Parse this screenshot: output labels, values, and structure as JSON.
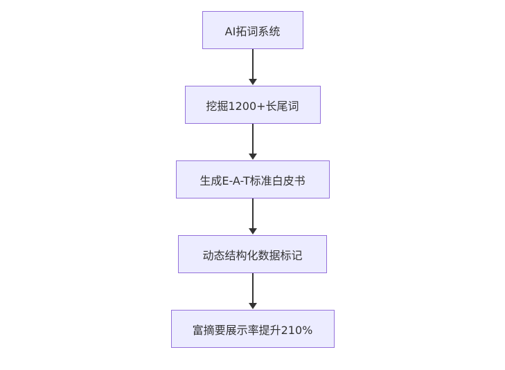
{
  "diagram": {
    "type": "flowchart",
    "direction": "top-down",
    "nodes": [
      {
        "id": "A",
        "label": "AI拓词系统"
      },
      {
        "id": "B",
        "label": "挖掘1200+长尾词"
      },
      {
        "id": "C",
        "label": "生成E-A-T标准白皮书"
      },
      {
        "id": "D",
        "label": "动态结构化数据标记"
      },
      {
        "id": "E",
        "label": "富摘要展示率提升210%"
      }
    ],
    "edges": [
      {
        "from": "A",
        "to": "B"
      },
      {
        "from": "B",
        "to": "C"
      },
      {
        "from": "C",
        "to": "D"
      },
      {
        "from": "D",
        "to": "E"
      }
    ],
    "colors": {
      "node_fill": "#ECECFF",
      "node_border": "#9370DB",
      "node_text": "#333333",
      "arrow": "#333333",
      "background": "#FFFFFF"
    }
  }
}
